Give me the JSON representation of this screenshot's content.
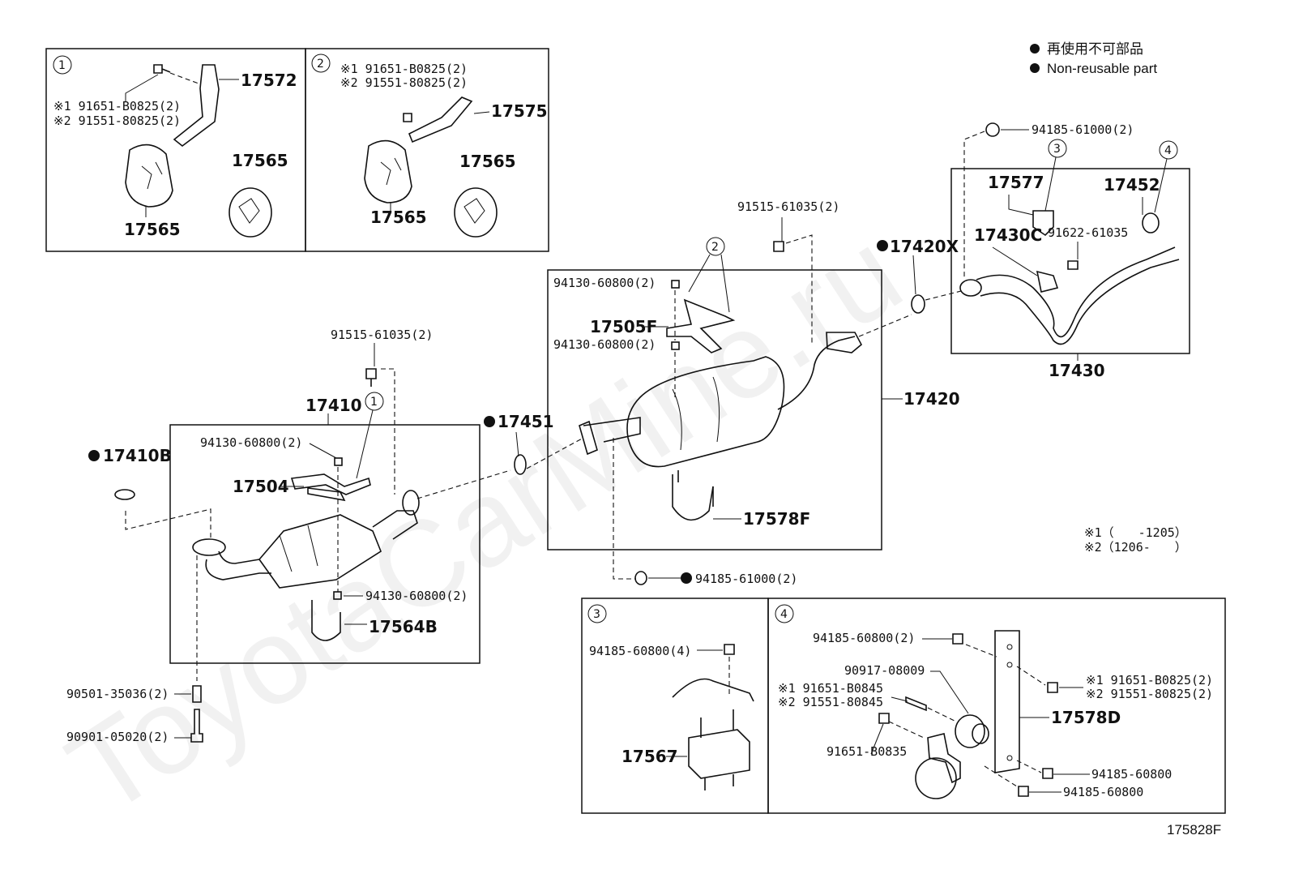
{
  "watermark": "ToyotaCarMine.ru",
  "legend": {
    "jp": "再使用不可部品",
    "en": "Non-reusable part"
  },
  "notes": {
    "n1": "※1（　　-1205）",
    "n2": "※2（1206-　　）"
  },
  "figure_id": "175828F",
  "group1": {
    "marker": "1",
    "p17572": "17572",
    "bolt1": "※1 91651-B0825(2)",
    "bolt2": "※2 91551-80825(2)",
    "p17565a": "17565",
    "p17565b": "17565"
  },
  "group2": {
    "marker": "2",
    "bolt1": "※1 91651-B0825(2)",
    "bolt2": "※2 91551-80825(2)",
    "p17575": "17575",
    "p17565a": "17565",
    "p17565b": "17565"
  },
  "front": {
    "p17410": "17410",
    "p17410B": "17410B",
    "bolt91515": "91515-61035(2)",
    "nut94130a": "94130-60800(2)",
    "p17504": "17504",
    "marker1": "1",
    "nut94130b": "94130-60800(2)",
    "p17564B": "17564B",
    "spring": "90501-35036(2)",
    "bolt90901": "90901-05020(2)",
    "p17451": "17451"
  },
  "center": {
    "p17420": "17420",
    "bolt91515": "91515-61035(2)",
    "nut94130a": "94130-60800(2)",
    "nut94130b": "94130-60800(2)",
    "p17505F": "17505F",
    "marker2": "2",
    "p17578F": "17578F",
    "nut94185": "94185-61000(2)",
    "p17420X": "17420X"
  },
  "tail": {
    "nut94185": "94185-61000(2)",
    "marker3": "3",
    "marker4": "4",
    "p17577": "17577",
    "p17452": "17452",
    "p17430C": "17430C",
    "bolt91622": "91622-61035",
    "p17430": "17430"
  },
  "group3": {
    "marker": "3",
    "nut94185": "94185-60800(4)",
    "p17567": "17567"
  },
  "group4": {
    "marker": "4",
    "nut94185a": "94185-60800(2)",
    "p90917": "90917-08009",
    "bolt1": "※1 91651-B0845",
    "bolt2": "※2 91551-80845",
    "bolt91651": "91651-B0835",
    "p17578D": "17578D",
    "rbolt1": "※1 91651-B0825(2)",
    "rbolt2": "※2 91551-80825(2)",
    "nut94185b": "94185-60800",
    "nut94185c": "94185-60800"
  }
}
